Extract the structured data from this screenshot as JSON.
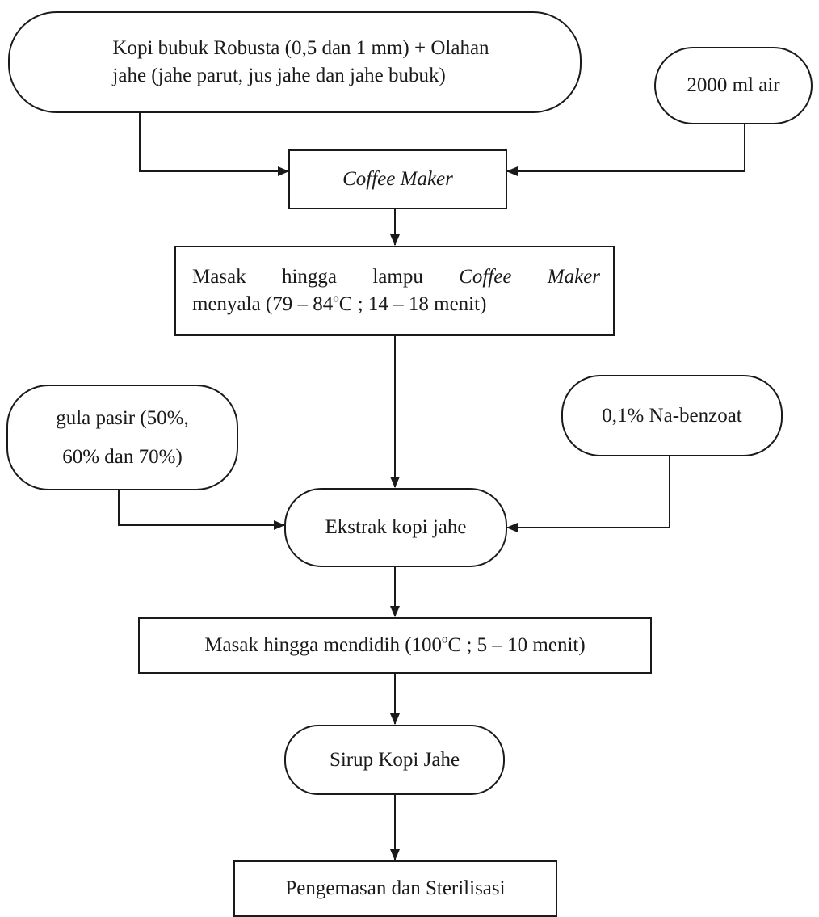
{
  "diagram": {
    "nodes": {
      "input_coffee": {
        "line1": "Kopi bubuk Robusta (0,5 dan 1 mm) + Olahan",
        "line2": "jahe (jahe parut, jus jahe dan jahe bubuk)"
      },
      "input_water": {
        "label": "2000 ml air"
      },
      "coffee_maker": {
        "label": "Coffee Maker"
      },
      "cook_step": {
        "line1_a": "Masak hingga lampu ",
        "line1_b": "Coffee Maker",
        "line2_a": "menyala (79 – 84",
        "line2_sup": "o",
        "line2_b": "C ; 14 – 18 menit)"
      },
      "input_sugar": {
        "line1": "gula pasir (50%,",
        "line2": "60% dan 70%)"
      },
      "input_benzoate": {
        "label": "0,1% Na-benzoat"
      },
      "extract": {
        "label": "Ekstrak kopi jahe"
      },
      "boil_step": {
        "text_a": "Masak hingga mendidih (100",
        "text_sup": "o",
        "text_b": "C ; 5 – 10 menit)"
      },
      "syrup": {
        "label": "Sirup Kopi Jahe"
      },
      "packaging": {
        "label": "Pengemasan dan Sterilisasi"
      }
    }
  }
}
